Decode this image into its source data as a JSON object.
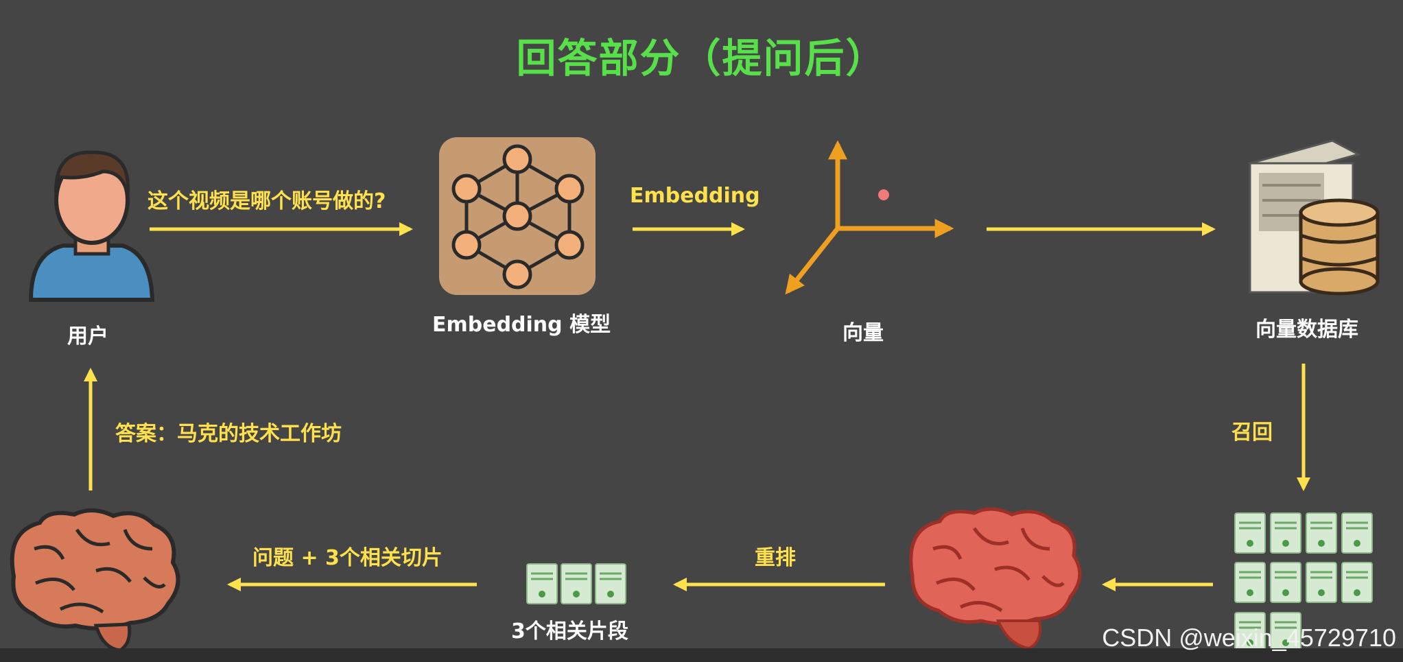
{
  "title": "回答部分（提问后）",
  "nodes": {
    "user": "用户",
    "embedding_model": "Embedding 模型",
    "vector": "向量",
    "vector_db": "向量数据库",
    "relevant_segments": "3个相关片段"
  },
  "edges": {
    "question": "这个视频是哪个账号做的?",
    "embedding": "Embedding",
    "recall": "召回",
    "rerank": "重排",
    "to_llm": "问题 + 3个相关切片",
    "answer": "答案：马克的技术工作坊"
  },
  "watermark": "CSDN @weixin_45729710",
  "colors": {
    "background": "#454545",
    "title": "#57e04a",
    "arrow": "#ffe14d",
    "axis": "#f0a020"
  }
}
